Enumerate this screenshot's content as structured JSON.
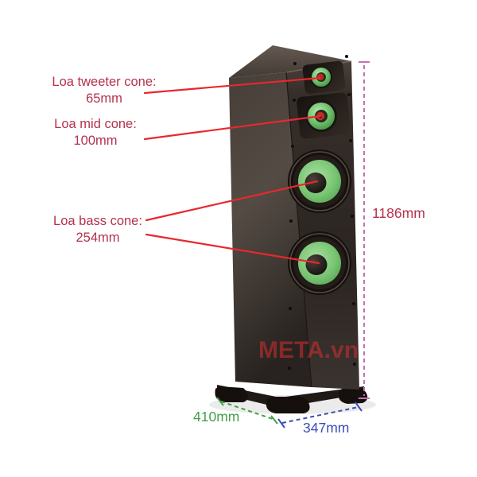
{
  "figure": {
    "subject": "floor-standing tower speaker with driver size and cabinet dimension annotations",
    "watermark": "META.vn"
  },
  "callouts": [
    {
      "label": "Loa tweeter cone:",
      "value": "65mm"
    },
    {
      "label": "Loa mid cone:",
      "value": "100mm"
    },
    {
      "label": "Loa bass cone:",
      "value": "254mm"
    }
  ],
  "dimensions": {
    "height": "1186mm",
    "depth": "410mm",
    "width": "347mm"
  },
  "colors": {
    "callout_text": "#b5314d",
    "callout_line": "#e8282e",
    "height_dim_line": "#c472ae",
    "height_dim_text": "#b5314d",
    "depth_dim": "#43a047",
    "width_dim": "#3b4db8",
    "watermark": "#d32f2f",
    "cone_green": "#7cc877",
    "dust_cap_red": "#c62828",
    "cabinet_dark": "#39312c",
    "background": "#ffffff"
  }
}
